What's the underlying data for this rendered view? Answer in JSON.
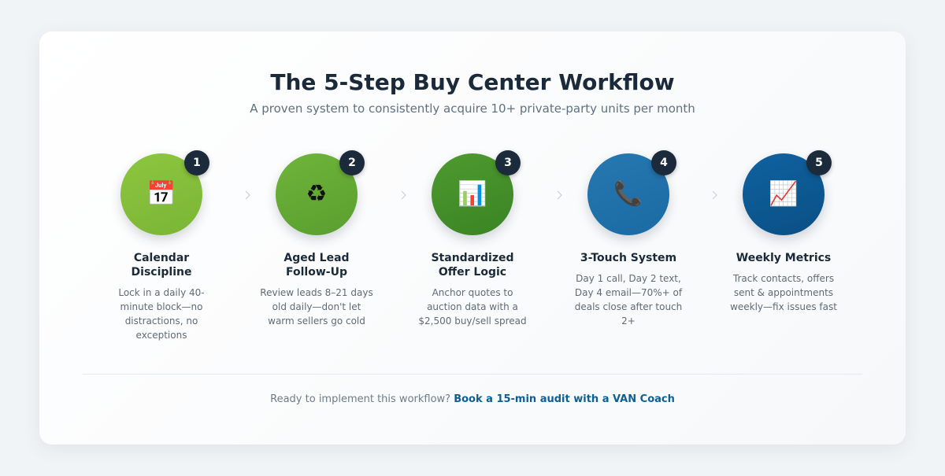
{
  "header": {
    "title": "The 5-Step Buy Center Workflow",
    "subtitle": "A proven system to consistently acquire 10+ private-party units per month"
  },
  "steps": [
    {
      "number": "1",
      "icon": "calendar-icon",
      "icon_glyph": "📅",
      "color_top": "#8dc63f",
      "color_bottom": "#7ab535",
      "title_line1": "Calendar",
      "title_line2": "Discipline",
      "description": "Lock in a daily 40-minute block—no distractions, no exceptions"
    },
    {
      "number": "2",
      "icon": "recycle-icon",
      "icon_glyph": "♻",
      "color_top": "#6fb43a",
      "color_bottom": "#5a9e2f",
      "title_line1": "Aged Lead",
      "title_line2": "Follow-Up",
      "description": "Review leads 8–21 days old daily—don't let warm sellers go cold"
    },
    {
      "number": "3",
      "icon": "bar-chart-icon",
      "icon_glyph": "📊",
      "color_top": "#4e9a2f",
      "color_bottom": "#3a8424",
      "title_line1": "Standardized",
      "title_line2": "Offer Logic",
      "description": "Anchor quotes to auction data with a $2,500 buy/sell spread"
    },
    {
      "number": "4",
      "icon": "phone-icon",
      "icon_glyph": "📞",
      "color_top": "#2777b0",
      "color_bottom": "#1a6aa3",
      "title_line1": "3-Touch System",
      "title_line2": "",
      "description": "Day 1 call, Day 2 text, Day 4 email—70%+ of deals close after touch 2+"
    },
    {
      "number": "5",
      "icon": "line-chart-icon",
      "icon_glyph": "📈",
      "color_top": "#0f62a0",
      "color_bottom": "#0a4f85",
      "title_line1": "Weekly Metrics",
      "title_line2": "",
      "description": "Track contacts, offers sent & appointments weekly—fix issues fast"
    }
  ],
  "footer": {
    "prompt": "Ready to implement this workflow?",
    "link_label": "Book a 15-min audit with a VAN Coach"
  }
}
